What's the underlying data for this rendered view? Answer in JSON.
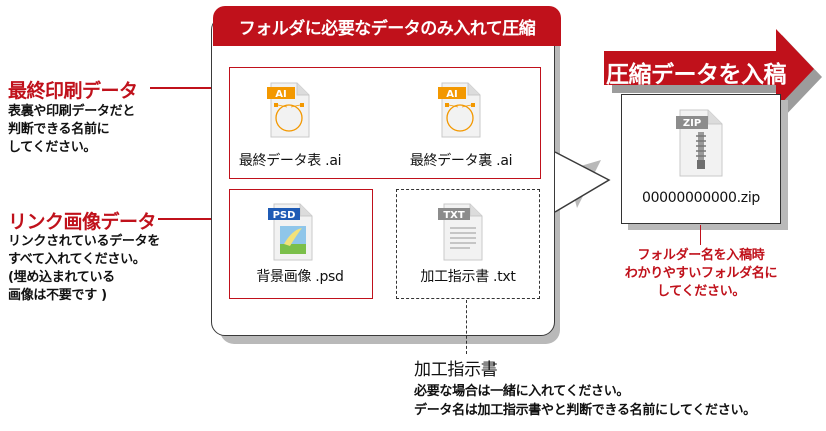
{
  "main": {
    "header": "フォルダに必要なデータのみ入れて圧縮",
    "files": [
      {
        "badge": "AI",
        "label": "最終データ表 .ai",
        "badge_color": "#f39800"
      },
      {
        "badge": "AI",
        "label": "最終データ裏 .ai",
        "badge_color": "#f39800"
      },
      {
        "badge": "PSD",
        "label": "背景画像 .psd",
        "badge_color": "#1f5bb5"
      },
      {
        "badge": "TXT",
        "label": "加工指示書 .txt",
        "badge_color": "#8c8c8c"
      }
    ]
  },
  "left": {
    "final": {
      "title": "最終印刷データ",
      "desc": "表裏や印刷データだと\n判断できる名前に\nしてください。"
    },
    "link": {
      "title": "リンク画像データ",
      "desc": "リンクされているデータを\nすべて入れてください。\n(埋め込まれている\n画像は不要です )"
    }
  },
  "right": {
    "arrow_label": "圧縮データを入稿",
    "zip_badge": "ZIP",
    "zip_label": "00000000000.zip",
    "note": "フォルダー名を入稿時\nわかりやすいフォルダ名に\nしてください。"
  },
  "bottom": {
    "title": "加工指示書",
    "desc": "必要な場合は一緒に入れてください。\nデータ名は加工指示書やと判断できる名前にしてください。"
  },
  "colors": {
    "accent": "#c0111b",
    "shadow": "#b9b9b9"
  }
}
